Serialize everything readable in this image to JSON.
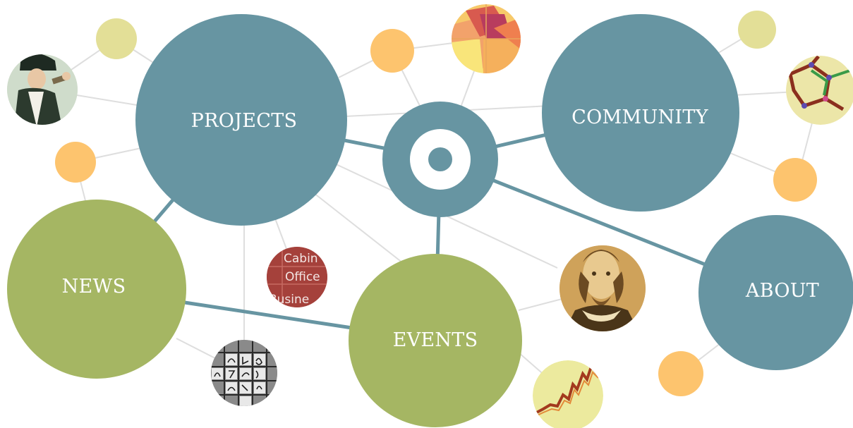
{
  "nav": {
    "projects": "PROJECTS",
    "community": "COMMUNITY",
    "news": "NEWS",
    "events": "EVENTS",
    "about": "ABOUT"
  },
  "thumbnails": {
    "cabinet_office_lines": [
      "Cabin",
      "Office",
      "Busine"
    ]
  },
  "colors": {
    "teal": "#6795a2",
    "green": "#a5b663",
    "orange": "#fdc46e",
    "pale_yellow": "#e3df97",
    "link_gray": "#dcdcdc",
    "link_teal": "#6795a2"
  }
}
